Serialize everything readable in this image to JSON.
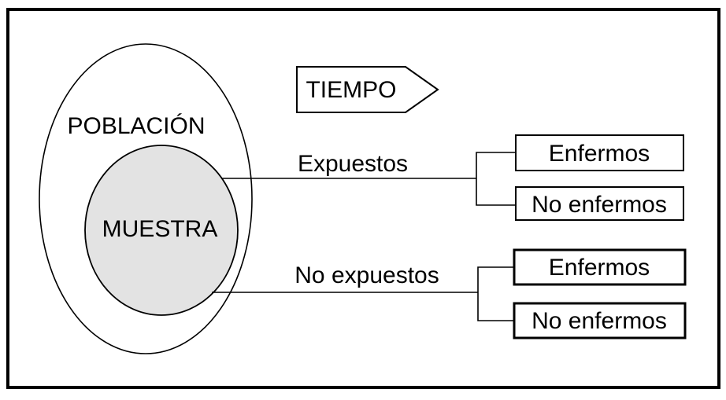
{
  "diagram": {
    "population_label": "POBLACIÓN",
    "sample_label": "MUESTRA",
    "time_label": "TIEMPO",
    "exposed": {
      "label": "Expuestos",
      "outcomes": [
        {
          "label": "Enfermos"
        },
        {
          "label": "No enfermos"
        }
      ]
    },
    "unexposed": {
      "label": "No expuestos",
      "outcomes": [
        {
          "label": "Enfermos"
        },
        {
          "label": "No enfermos"
        }
      ]
    },
    "colors": {
      "sample_fill": "#e3e3e3",
      "stroke": "#000000",
      "background": "#ffffff"
    }
  }
}
